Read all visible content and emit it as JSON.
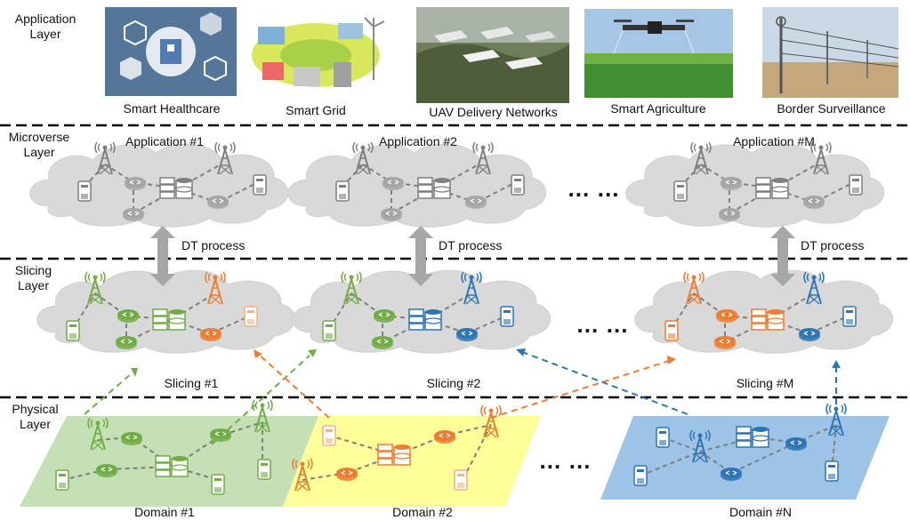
{
  "layers": {
    "application": "Application\nLayer",
    "microverse": "Microverse\nLayer",
    "slicing": "Slicing\nLayer",
    "physical": "Physical\nLayer"
  },
  "applications": [
    "Smart Healthcare",
    "Smart Grid",
    "UAV  Delivery Networks",
    "Smart Agriculture",
    "Border Surveillance"
  ],
  "microverse_clouds": [
    "Application #1",
    "Application #2",
    "Application #M"
  ],
  "dt_label": "DT process",
  "slices": [
    "Slicing #1",
    "Slicing #2",
    "Slicing #M"
  ],
  "domains": [
    "Domain #1",
    "Domain #2",
    "Domain #N"
  ],
  "ellipsis": "… …",
  "colors": {
    "green": "#70ad47",
    "orange": "#ed7d31",
    "blue": "#2e75b6",
    "gray": "#8c8c8c",
    "cloud": "#d9d9d9",
    "green_plane": "#c5e0b4",
    "yellow_plane": "#ffff99",
    "blue_plane": "#9dc3e6"
  }
}
